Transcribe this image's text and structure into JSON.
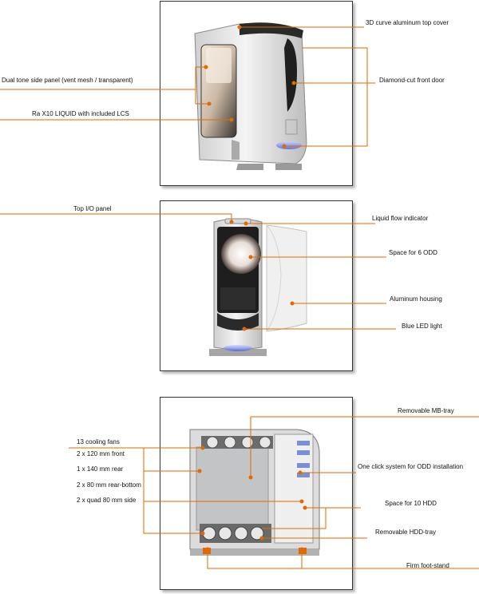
{
  "colors": {
    "accent": "#e06a00",
    "panel_border": "#333333"
  },
  "case_view_1": {
    "labels": {
      "top_cover": "3D curve aluminum top cover",
      "side_panel": "Dual tone side panel (vent mesh / transparent)",
      "front_door": "Diamond-cut front door",
      "lcs": "Ra X10 LIQUID with included LCS"
    }
  },
  "case_view_2": {
    "labels": {
      "io_panel": "Top I/O panel",
      "flow_indicator": "Liquid flow indicator",
      "odd_space": "Space for 6 ODD",
      "housing": "Aluminum housing",
      "led": "Blue LED light"
    }
  },
  "case_view_3": {
    "labels": {
      "mb_tray": "Removable MB-tray",
      "fans": "13 cooling fans",
      "fan_front": "2 x 120 mm front",
      "fan_rear": "1 x 140 mm rear",
      "fan_rear_bottom": "2 x 80 mm rear-bottom",
      "fan_side": "2 x quad 80 mm side",
      "odd_install": "One click system for ODD installation",
      "hdd_space": "Space for 10 HDD",
      "hdd_tray": "Removable HDD-tray",
      "foot": "Firm foot-stand"
    }
  }
}
